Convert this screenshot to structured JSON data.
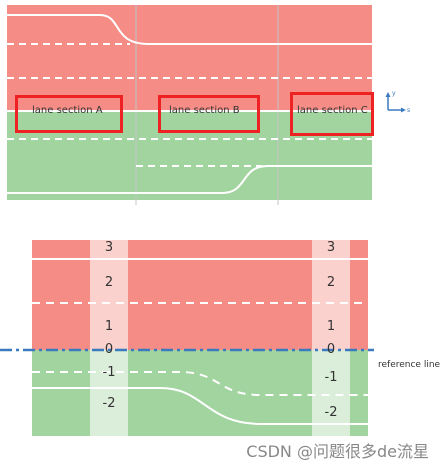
{
  "top_diagram": {
    "sections": [
      {
        "label": "lane section A"
      },
      {
        "label": "lane section B"
      },
      {
        "label": "lane section C"
      }
    ],
    "axis": {
      "y": "y",
      "x": "s"
    }
  },
  "bottom_diagram": {
    "lane_ids_left": [
      "3",
      "2",
      "1",
      "0",
      "-1",
      "-2"
    ],
    "lane_ids_right": [
      "3",
      "2",
      "1",
      "0",
      "-1",
      "-2"
    ],
    "reference_line_label": "reference line"
  },
  "watermark": "CSDN @问题很多de流星",
  "colors": {
    "left_lanes": "#f58d86",
    "right_lanes": "#a2d4a0",
    "highlight_box": "#ee2222",
    "reference_line": "#3a7abf"
  }
}
